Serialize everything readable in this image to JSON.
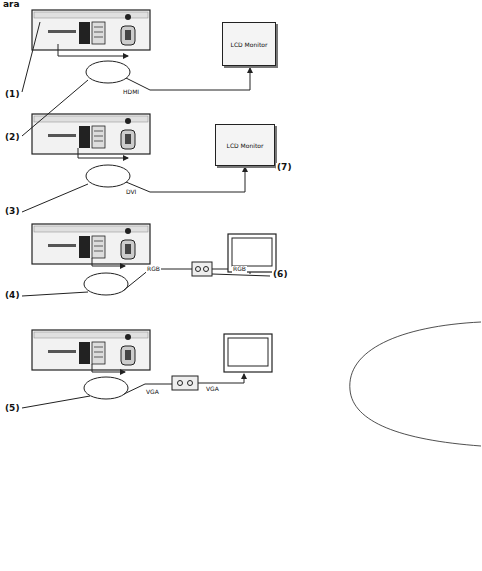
{
  "diagram": {
    "nodes": [
      {
        "text": [
          "LCD Monitor"
        ]
      },
      {
        "text": [
          "LCD Monitor"
        ]
      }
    ],
    "labels": [
      "ara",
      "(1)",
      "(2)",
      "HDMI",
      "DVI",
      "(3)",
      "(7)",
      "(4)",
      "RGB",
      "RGB",
      "(6)",
      "(5)",
      "VGA",
      "VGA"
    ]
  }
}
